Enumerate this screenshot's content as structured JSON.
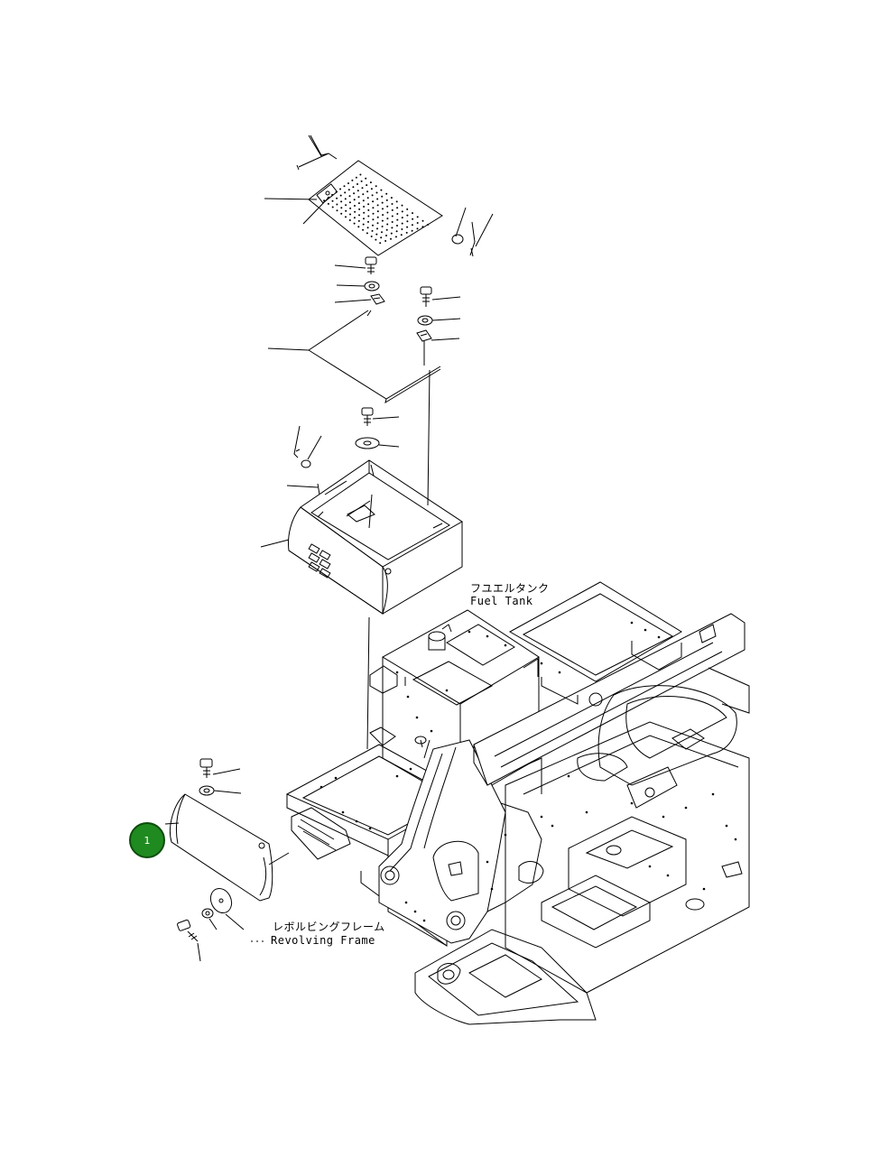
{
  "labels": {
    "fuel_tank_jp": "フユエルタンク",
    "fuel_tank_en": "Fuel Tank",
    "revolving_frame_jp": "レボルビングフレーム",
    "revolving_frame_en": "Revolving Frame"
  },
  "callouts": [
    {
      "number": "1",
      "color": "#1f8a1f"
    }
  ]
}
